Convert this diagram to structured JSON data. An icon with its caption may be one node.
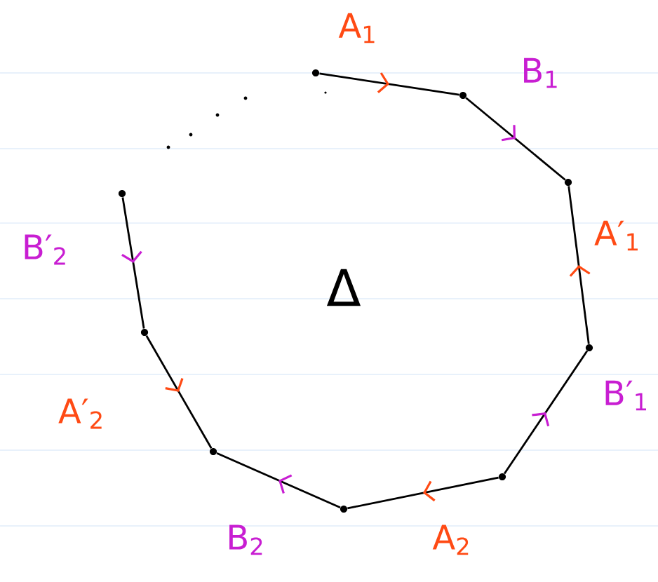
{
  "diagram": {
    "nodes": [
      {
        "text": [],
        "shape": "circle"
      },
      {
        "text": [],
        "shape": "circle"
      },
      {
        "text": [],
        "shape": "circle"
      },
      {
        "text": [],
        "shape": "circle"
      },
      {
        "text": [],
        "shape": "circle"
      },
      {
        "text": [],
        "shape": "circle"
      },
      {
        "text": [],
        "shape": "circle"
      },
      {
        "text": [],
        "shape": "circle"
      },
      {
        "text": [],
        "shape": "circle"
      }
    ],
    "edges": [
      {
        "from": 0,
        "to": 1,
        "arrow": "to",
        "label": "A$_{1}$"
      },
      {
        "from": 1,
        "to": 2,
        "arrow": "to",
        "label": "B$_{1}$"
      },
      {
        "from": 3,
        "to": 2,
        "arrow": "to",
        "label": "A′$_{1}$"
      },
      {
        "from": 4,
        "to": 3,
        "arrow": "to",
        "label": "B′$_{1}$"
      },
      {
        "from": 4,
        "to": 5,
        "arrow": "to",
        "label": "A$_{2}$"
      },
      {
        "from": 5,
        "to": 6,
        "arrow": "to",
        "label": "B$_{2}$"
      },
      {
        "from": 7,
        "to": 6,
        "arrow": "to",
        "label": "A′$_{2}$"
      },
      {
        "from": 8,
        "to": 7,
        "arrow": "to",
        "label": "B′$_{2}$"
      }
    ],
    "labels": [
      "Δ"
    ]
  }
}
